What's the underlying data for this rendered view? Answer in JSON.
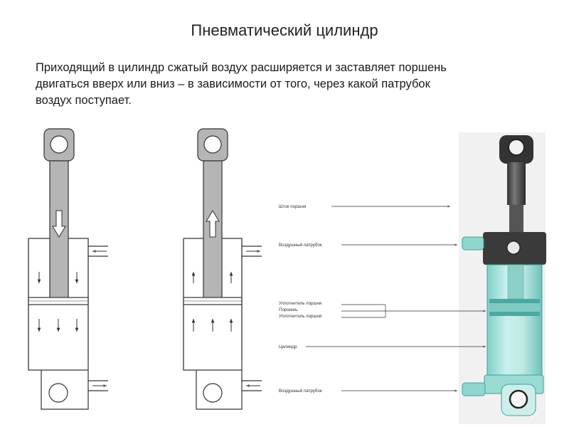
{
  "title": "Пневматический цилиндр",
  "description": [
    "Приходящий в цилиндр сжатый воздух расширяется и заставляет поршень",
    "двигаться вверх или вниз – в зависимости от того, через какой патрубок",
    "воздух поступает."
  ],
  "labels": {
    "rod": "Шток поршня",
    "air_port_top": "Воздушный патрубок",
    "seal_top": "Уплотнитель поршня",
    "piston": "Поршень",
    "seal_bottom": "Уплотнитель поршня",
    "cylinder": "Цилиндр",
    "air_port_bottom": "Воздушный патрубок"
  },
  "colors": {
    "line": "#333333",
    "rod_fill": "#b5b5b5",
    "cylinder_fill": "#bfe8e3",
    "cylinder_stroke": "#3aa39c",
    "cap_fill": "#3a3a3a"
  }
}
